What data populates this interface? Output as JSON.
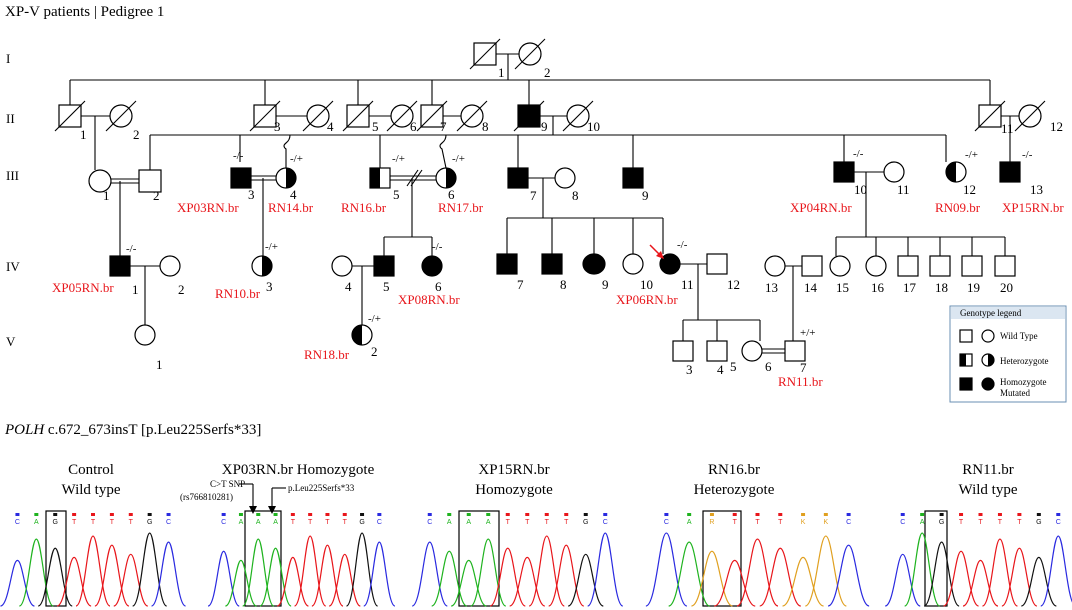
{
  "title": "XP-V patients | Pedigree 1",
  "generations": [
    "I",
    "II",
    "III",
    "IV",
    "V"
  ],
  "pedigree": {
    "gen1": [
      "1",
      "2"
    ],
    "gen2": [
      "1",
      "2",
      "3",
      "4",
      "5",
      "6",
      "7",
      "8",
      "9",
      "10",
      "11",
      "12"
    ],
    "gen3": [
      "1",
      "2",
      "3",
      "4",
      "5",
      "6",
      "7",
      "8",
      "9",
      "10",
      "11",
      "12",
      "13"
    ],
    "gen4": [
      "1",
      "2",
      "3",
      "4",
      "5",
      "6",
      "7",
      "8",
      "9",
      "10",
      "11",
      "12",
      "13",
      "14",
      "15",
      "16",
      "17",
      "18",
      "19",
      "20"
    ],
    "gen5": [
      "1",
      "2",
      "3",
      "4",
      "5",
      "6",
      "7"
    ],
    "genotypes": {
      "mm": "-/-",
      "mw": "-/+",
      "ww": "+/+"
    },
    "patient_labels": {
      "XP03RN": "XP03RN.br",
      "RN14": "RN14.br",
      "RN16": "RN16.br",
      "RN17": "RN17.br",
      "XP04RN": "XP04RN.br",
      "RN09": "RN09.br",
      "XP15RN": "XP15RN.br",
      "XP05RN": "XP05RN.br",
      "RN10": "RN10.br",
      "XP08RN": "XP08RN.br",
      "XP06RN": "XP06RN.br",
      "RN18": "RN18.br",
      "RN11": "RN11.br"
    }
  },
  "legend": {
    "title": "Genotype legend",
    "wild_type": "Wild Type",
    "heterozygote": "Heterozygote",
    "homozygote_line1": "Homozygote",
    "homozygote_line2": "Mutated"
  },
  "mutation_title": {
    "gene": "POLH",
    "variant": "c.672_673insT [p.Leu225Serfs*33]"
  },
  "traces": [
    {
      "line1": "Control",
      "line2": "Wild type",
      "bases": [
        "C",
        "A",
        "G",
        "T",
        "T",
        "T",
        "T",
        "G",
        "C"
      ]
    },
    {
      "line1": "XP03RN.br Homozygote",
      "line2": "",
      "bases": [
        "C",
        "A",
        "A",
        "A",
        "T",
        "T",
        "T",
        "T",
        "G",
        "C"
      ]
    },
    {
      "line1": "XP15RN.br",
      "line2": "Homozygote",
      "bases": [
        "C",
        "A",
        "A",
        "A",
        "T",
        "T",
        "T",
        "T",
        "G",
        "C"
      ]
    },
    {
      "line1": "RN16.br",
      "line2": "Heterozygote",
      "bases": [
        "C",
        "A",
        "R",
        "T",
        "T",
        "T",
        "K",
        "K",
        "C"
      ]
    },
    {
      "line1": "RN11.br",
      "line2": "Wild type",
      "bases": [
        "C",
        "A",
        "G",
        "T",
        "T",
        "T",
        "T",
        "G",
        "C"
      ]
    }
  ],
  "snp_annotation": {
    "line1": "C>T SNP",
    "line2": "(rs766810281)",
    "protein": "p.Leu225Serfs*33"
  },
  "colors": {
    "patient_label": "#e8161b",
    "arrow": "#e8161b",
    "trace_A": "#1fb31f",
    "trace_C": "#2a2ae0",
    "trace_G": "#111111",
    "trace_T": "#e8161b",
    "legend_border": "#6a8fb3"
  }
}
